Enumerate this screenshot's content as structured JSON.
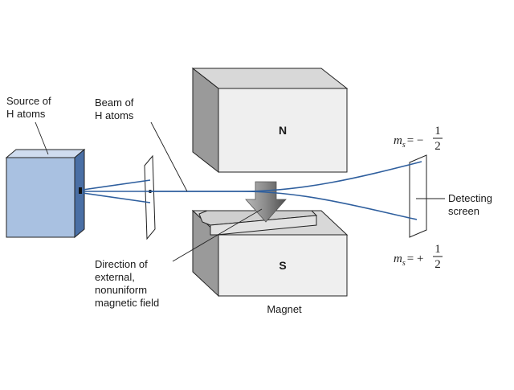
{
  "labels": {
    "source_line1": "Source of",
    "source_line2": "H atoms",
    "beam_line1": "Beam of",
    "beam_line2": "H atoms",
    "north_pole": "N",
    "south_pole": "S",
    "direction_line1": "Direction of",
    "direction_line2": "external,",
    "direction_line3": "nonuniform",
    "direction_line4": "magnetic field",
    "magnet": "Magnet",
    "screen_line1": "Detecting",
    "screen_line2": "screen"
  },
  "spin_states": {
    "upper": {
      "symbol": "m",
      "subscript": "s",
      "sign": "= −",
      "numerator": "1",
      "denominator": "2"
    },
    "lower": {
      "symbol": "m",
      "subscript": "s",
      "sign": "= +",
      "numerator": "1",
      "denominator": "2"
    }
  },
  "colors": {
    "beam": "#2f5f9e",
    "source_front": "#a9c1e1",
    "source_top": "#cfdcef",
    "source_side": "#4a6fa5",
    "magnet_front": "#efefef",
    "magnet_top": "#d8d8d8",
    "magnet_side": "#9a9a9a",
    "field_arrow": "#6b6b6b",
    "outline": "#222222"
  }
}
